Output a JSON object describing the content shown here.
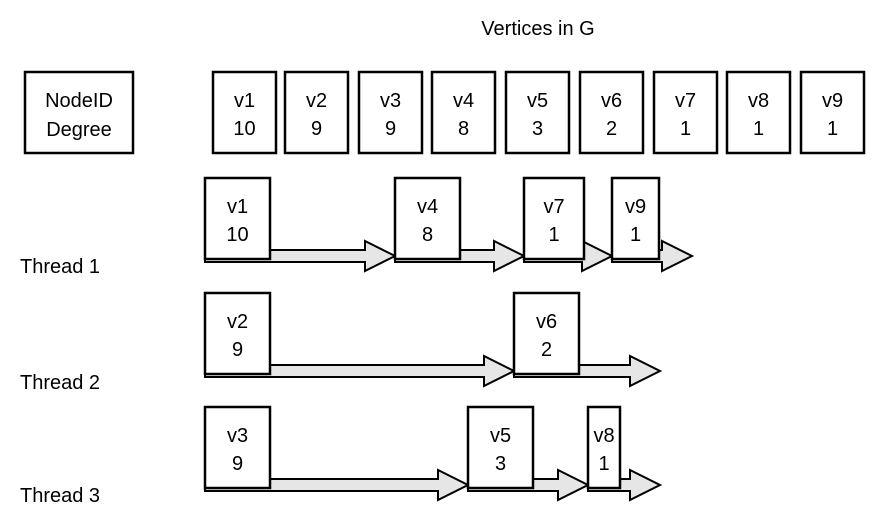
{
  "title": "Vertices in G",
  "legend": {
    "line1": "NodeID",
    "line2": "Degree"
  },
  "vertices": [
    {
      "id": "v1",
      "degree": "10"
    },
    {
      "id": "v2",
      "degree": "9"
    },
    {
      "id": "v3",
      "degree": "9"
    },
    {
      "id": "v4",
      "degree": "8"
    },
    {
      "id": "v5",
      "degree": "3"
    },
    {
      "id": "v6",
      "degree": "2"
    },
    {
      "id": "v7",
      "degree": "1"
    },
    {
      "id": "v8",
      "degree": "1"
    },
    {
      "id": "v9",
      "degree": "1"
    }
  ],
  "threads": [
    {
      "label": "Thread 1",
      "tasks": [
        {
          "id": "v1",
          "degree": "10"
        },
        {
          "id": "v4",
          "degree": "8"
        },
        {
          "id": "v7",
          "degree": "1"
        },
        {
          "id": "v9",
          "degree": "1"
        }
      ]
    },
    {
      "label": "Thread 2",
      "tasks": [
        {
          "id": "v2",
          "degree": "9"
        },
        {
          "id": "v6",
          "degree": "2"
        }
      ]
    },
    {
      "label": "Thread 3",
      "tasks": [
        {
          "id": "v3",
          "degree": "9"
        },
        {
          "id": "v5",
          "degree": "3"
        },
        {
          "id": "v8",
          "degree": "1"
        }
      ]
    }
  ],
  "colors": {
    "stroke": "#000000",
    "arrow_fill": "#e6e6e6",
    "background": "#ffffff"
  }
}
